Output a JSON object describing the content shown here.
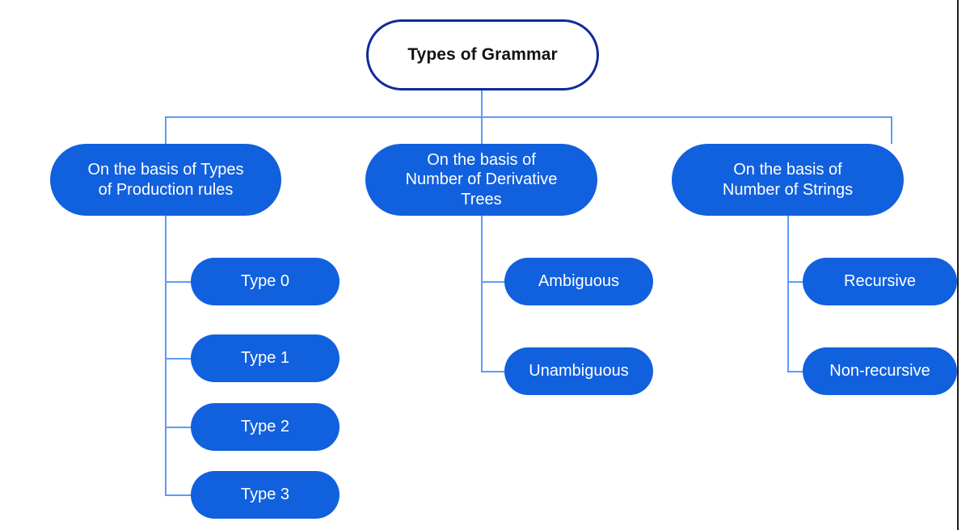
{
  "diagram": {
    "title": "Types of Grammar",
    "type": "hierarchy-tree",
    "colors": {
      "node_fill": "#1160DE",
      "node_text": "#FFFFFF",
      "root_fill": "#FFFFFF",
      "root_border": "#11299B",
      "root_text": "#121212",
      "connector": "#5B9BF8",
      "background": "#FFFFFF",
      "frame_edge": "#1B1B1B"
    },
    "root": {
      "label": "Types of Grammar"
    },
    "branches": [
      {
        "id": "production-rules",
        "label": "On the basis of Types\nof Production rules",
        "children": [
          {
            "id": "type-0",
            "label": "Type 0"
          },
          {
            "id": "type-1",
            "label": "Type 1"
          },
          {
            "id": "type-2",
            "label": "Type 2"
          },
          {
            "id": "type-3",
            "label": "Type 3"
          }
        ]
      },
      {
        "id": "derivative-trees",
        "label": "On the basis of\nNumber of Derivative\nTrees",
        "children": [
          {
            "id": "ambiguous",
            "label": "Ambiguous"
          },
          {
            "id": "unambiguous",
            "label": "Unambiguous"
          }
        ]
      },
      {
        "id": "number-of-strings",
        "label": "On the basis of\nNumber of Strings",
        "children": [
          {
            "id": "recursive",
            "label": "Recursive"
          },
          {
            "id": "non-recursive",
            "label": "Non-recursive"
          }
        ]
      }
    ]
  }
}
